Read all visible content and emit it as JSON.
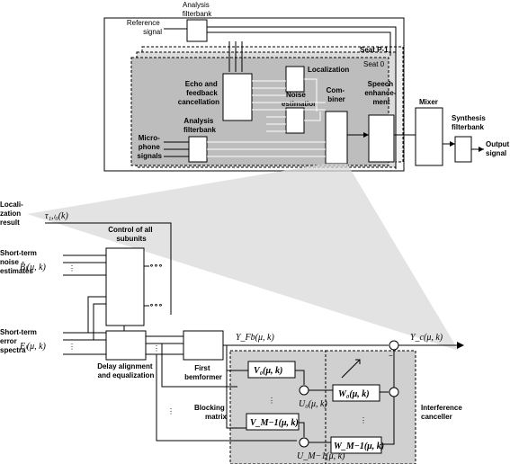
{
  "top": {
    "reference_signal": "Reference\nsignal",
    "analysis_filterbank_top": "Analysis\nfilterbank",
    "seat_p1": "Seat P-1",
    "seat_0": "Seat 0",
    "echo_feedback": "Echo and\nfeedback\ncancellation",
    "localization": "Localization",
    "noise_estimation": "Noise\nestimation",
    "combiner": "Com-\nbiner",
    "speech_enhancement": "Speech\nenhance-\nment",
    "analysis_filterbank_bottom": "Analysis\nfilterbank",
    "microphone_signals": "Micro-\nphone\nsignals",
    "mixer": "Mixer",
    "synthesis_filterbank": "Synthesis\nfilterbank",
    "output_signal": "Output\nsignal"
  },
  "bottom": {
    "localization_result": "Locali-\nzation\nresult",
    "tau_label": "τ₁,ₗ₀(k)",
    "control_all": "Control of all\nsubunits",
    "short_term_noise": "Short-term\nnoise\nestimates",
    "b_hat": "B̂ₗ(μ, k)",
    "short_term_error": "Short-term\nerror\nspectra",
    "e_l": "Eₗ(μ, k)",
    "delay_alignment": "Delay alignment\nand equalization",
    "first_beamformer": "First\nbemformer",
    "y_fb": "Y_Fb(μ, k)",
    "y_c": "Y_c(μ, k)",
    "v0": "V₀(μ, k)",
    "vm1": "V_M−1(μ, k)",
    "w0": "W₀(μ, k)",
    "wm1": "W_M−1(μ, k)",
    "u0": "U₀(μ, k)",
    "um1": "U_M−1(μ, k)",
    "blocking_matrix": "Blocking\nmatrix",
    "interference_canceller": "Interference\ncanceller",
    "dots": "∘∘∘",
    "minus": "−"
  }
}
